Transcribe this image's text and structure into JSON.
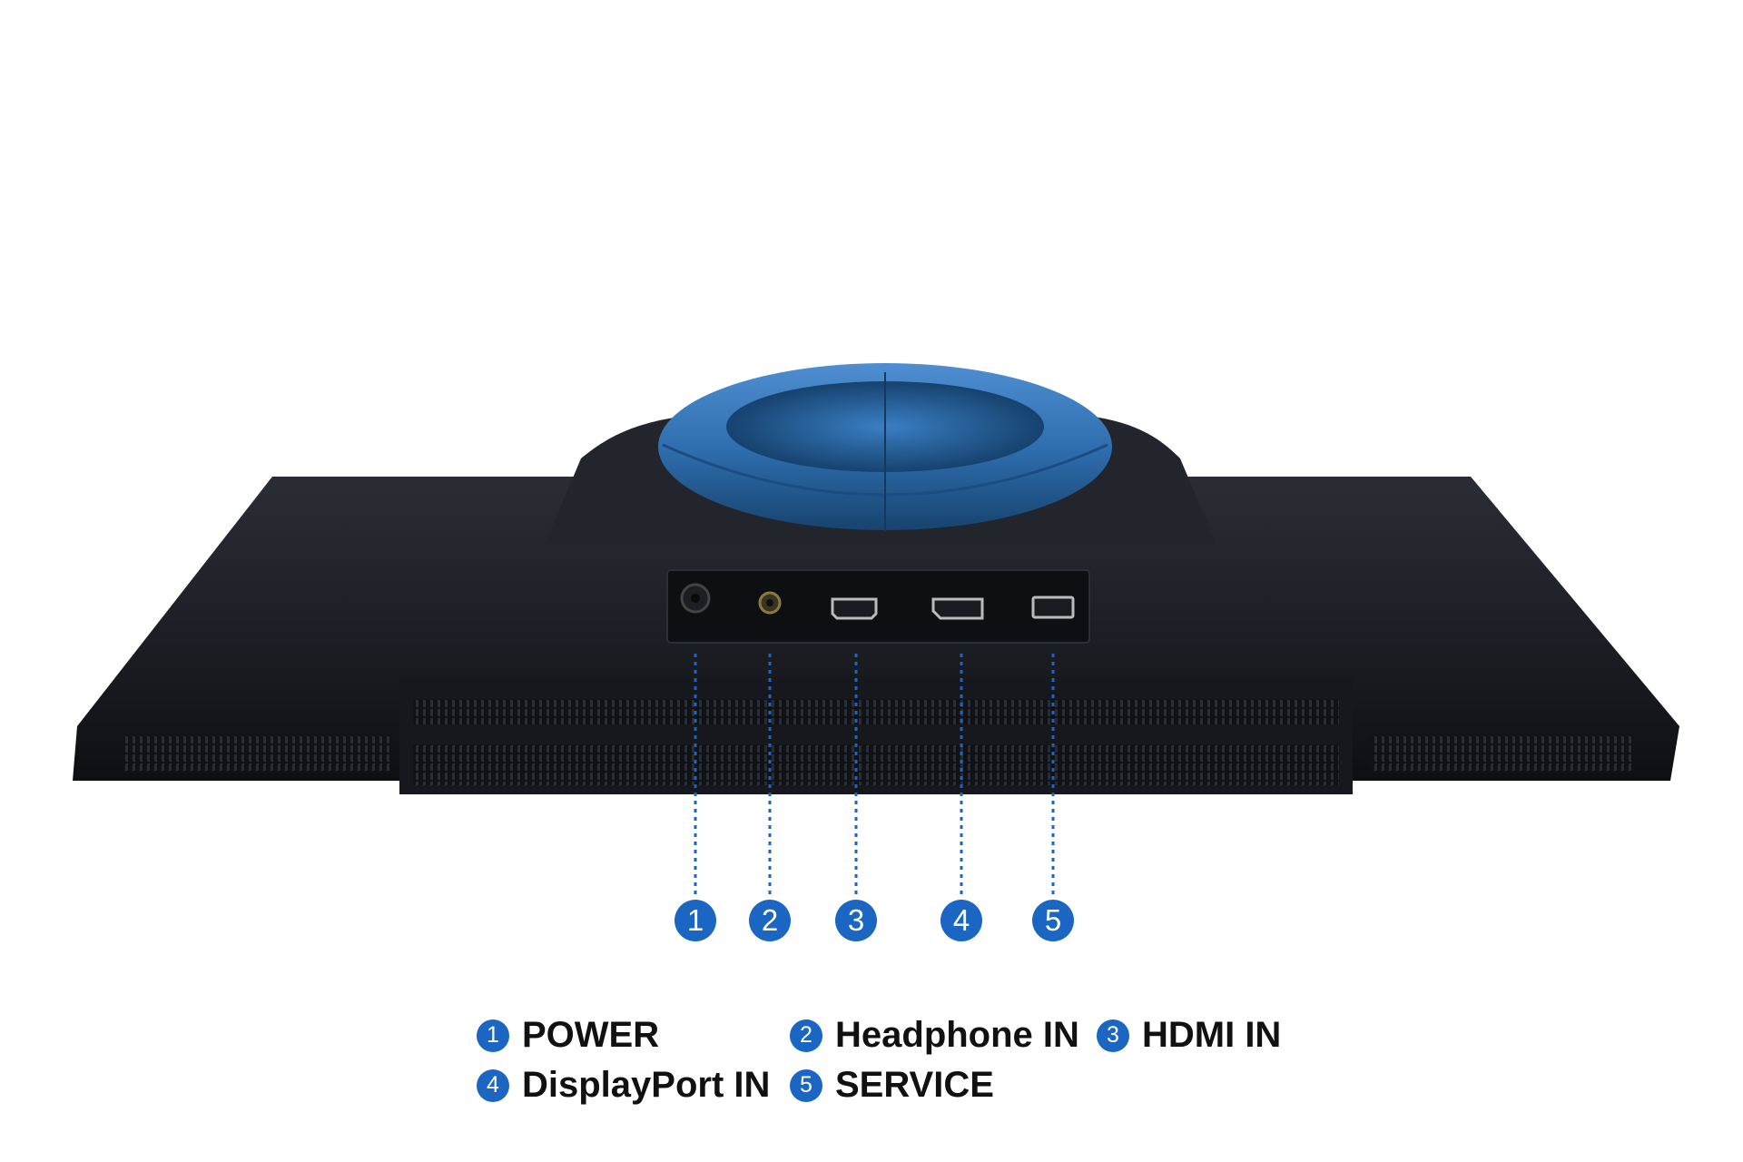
{
  "ports": [
    {
      "number": "1",
      "label": "POWER"
    },
    {
      "number": "2",
      "label": "Headphone IN"
    },
    {
      "number": "3",
      "label": "HDMI IN"
    },
    {
      "number": "4",
      "label": "DisplayPort IN"
    },
    {
      "number": "5",
      "label": "SERVICE"
    }
  ],
  "colors": {
    "accent": "#1a66c2",
    "monitor_body": "#1a1c22",
    "stand_ring": "#2f6fb0",
    "label_text": "#111111"
  }
}
